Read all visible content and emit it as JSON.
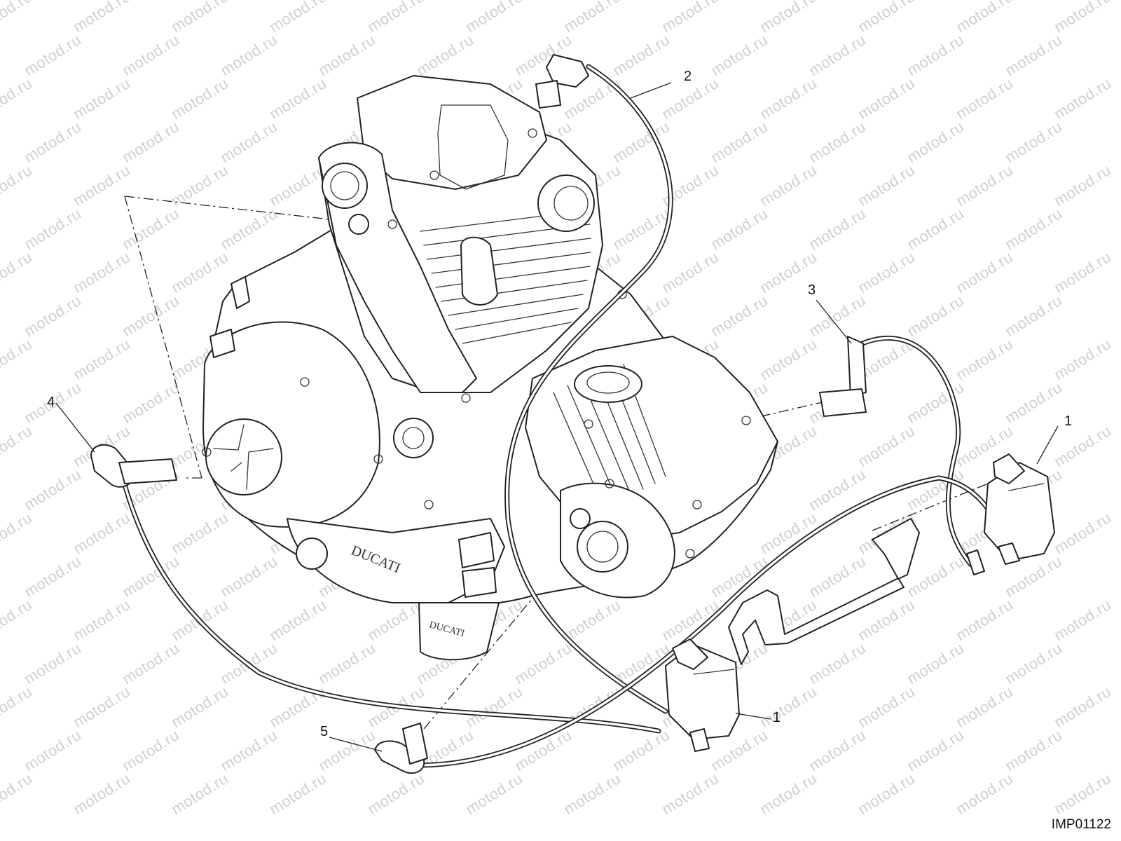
{
  "watermark": {
    "text": "motod.ru"
  },
  "diagram": {
    "drawing_code": "IMP01122",
    "engine_logo_text": "DUCATI",
    "callouts": [
      {
        "id": "ignition-coil-right",
        "label": "1"
      },
      {
        "id": "ignition-coil-lower",
        "label": "1"
      },
      {
        "id": "spark-plug-cap-vertical",
        "label": "2"
      },
      {
        "id": "spark-plug-cap-horizontal",
        "label": "3"
      },
      {
        "id": "spark-plug-cap-left",
        "label": "4"
      },
      {
        "id": "spark-plug-cap-bottom",
        "label": "5"
      }
    ]
  }
}
